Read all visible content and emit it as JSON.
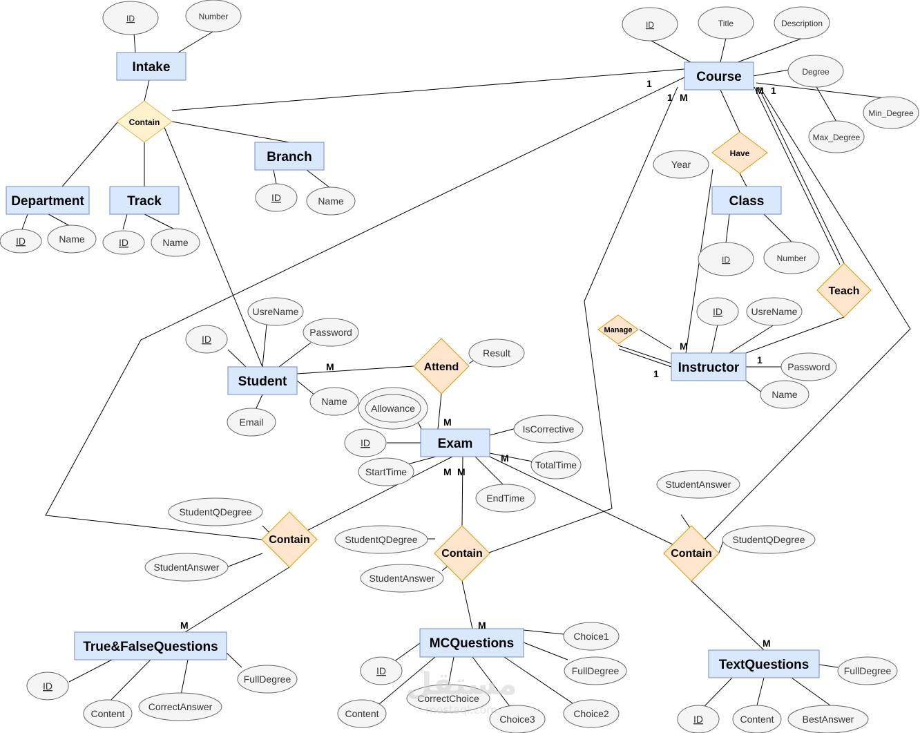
{
  "entities": {
    "intake": "Intake",
    "course": "Course",
    "branch": "Branch",
    "department": "Department",
    "track": "Track",
    "class": "Class",
    "student": "Student",
    "instructor": "Instructor",
    "exam": "Exam",
    "tf_questions": "True&FalseQuestions",
    "mc_questions": "MCQuestions",
    "text_questions": "TextQuestions"
  },
  "relationships": {
    "contain_intake": "Contain",
    "have": "Have",
    "teach": "Teach",
    "manage": "Manage",
    "attend": "Attend",
    "contain_tf": "Contain",
    "contain_mc": "Contain",
    "contain_text": "Contain"
  },
  "attributes": {
    "intake_id": "ID",
    "intake_number": "Number",
    "course_id": "ID",
    "course_title": "Title",
    "course_description": "Description",
    "course_degree": "Degree",
    "course_min_degree": "Min_Degree",
    "course_max_degree": "Max_Degree",
    "year": "Year",
    "class_id": "ID",
    "class_number": "Number",
    "branch_id": "ID",
    "branch_name": "Name",
    "dept_id": "ID",
    "dept_name": "Name",
    "track_id": "ID",
    "track_name": "Name",
    "student_username": "UsreName",
    "student_password": "Password",
    "student_id": "ID",
    "student_name": "Name",
    "student_email": "Email",
    "attend_result": "Result",
    "instr_id": "ID",
    "instr_username": "UsreName",
    "instr_password": "Password",
    "instr_name": "Name",
    "exam_allowance": "Allowance",
    "exam_iscorrective": "IsCorrective",
    "exam_id": "ID",
    "exam_totaltime": "TotalTime",
    "exam_starttime": "StartTime",
    "exam_endtime": "EndTime",
    "tf_sqdegree": "StudentQDegree",
    "tf_sanswer": "StudentAnswer",
    "mc_sqdegree": "StudentQDegree",
    "mc_sanswer": "StudentAnswer",
    "text_sanswer": "StudentAnswer",
    "text_sqdegree": "StudentQDegree",
    "tf_id": "ID",
    "tf_content": "Content",
    "tf_correct": "CorrectAnswer",
    "tf_fulldegree": "FullDegree",
    "mc_id": "ID",
    "mc_content": "Content",
    "mc_correct": "CorrectChoice",
    "mc_choice1": "Choice1",
    "mc_fulldegree": "FullDegree",
    "mc_choice2": "Choice2",
    "mc_choice3": "Choice3",
    "text_id": "ID",
    "text_content": "Content",
    "text_best": "BestAnswer",
    "text_fulldegree": "FullDegree"
  },
  "cardinalities": {
    "course_contain_1": "1",
    "course_1": "1",
    "course_m": "M",
    "course_m2": "M",
    "course_1b": "1",
    "instr_m": "M",
    "instr_1": "1",
    "instr_1b": "1",
    "student_m": "M",
    "exam_m": "M",
    "exam_m_a": "M",
    "exam_m_b": "M",
    "exam_m_c": "M",
    "tf_m": "M",
    "mc_m": "M",
    "text_m": "M"
  },
  "watermark": {
    "arabic": "مستقل",
    "latin": "mostaql.com"
  }
}
